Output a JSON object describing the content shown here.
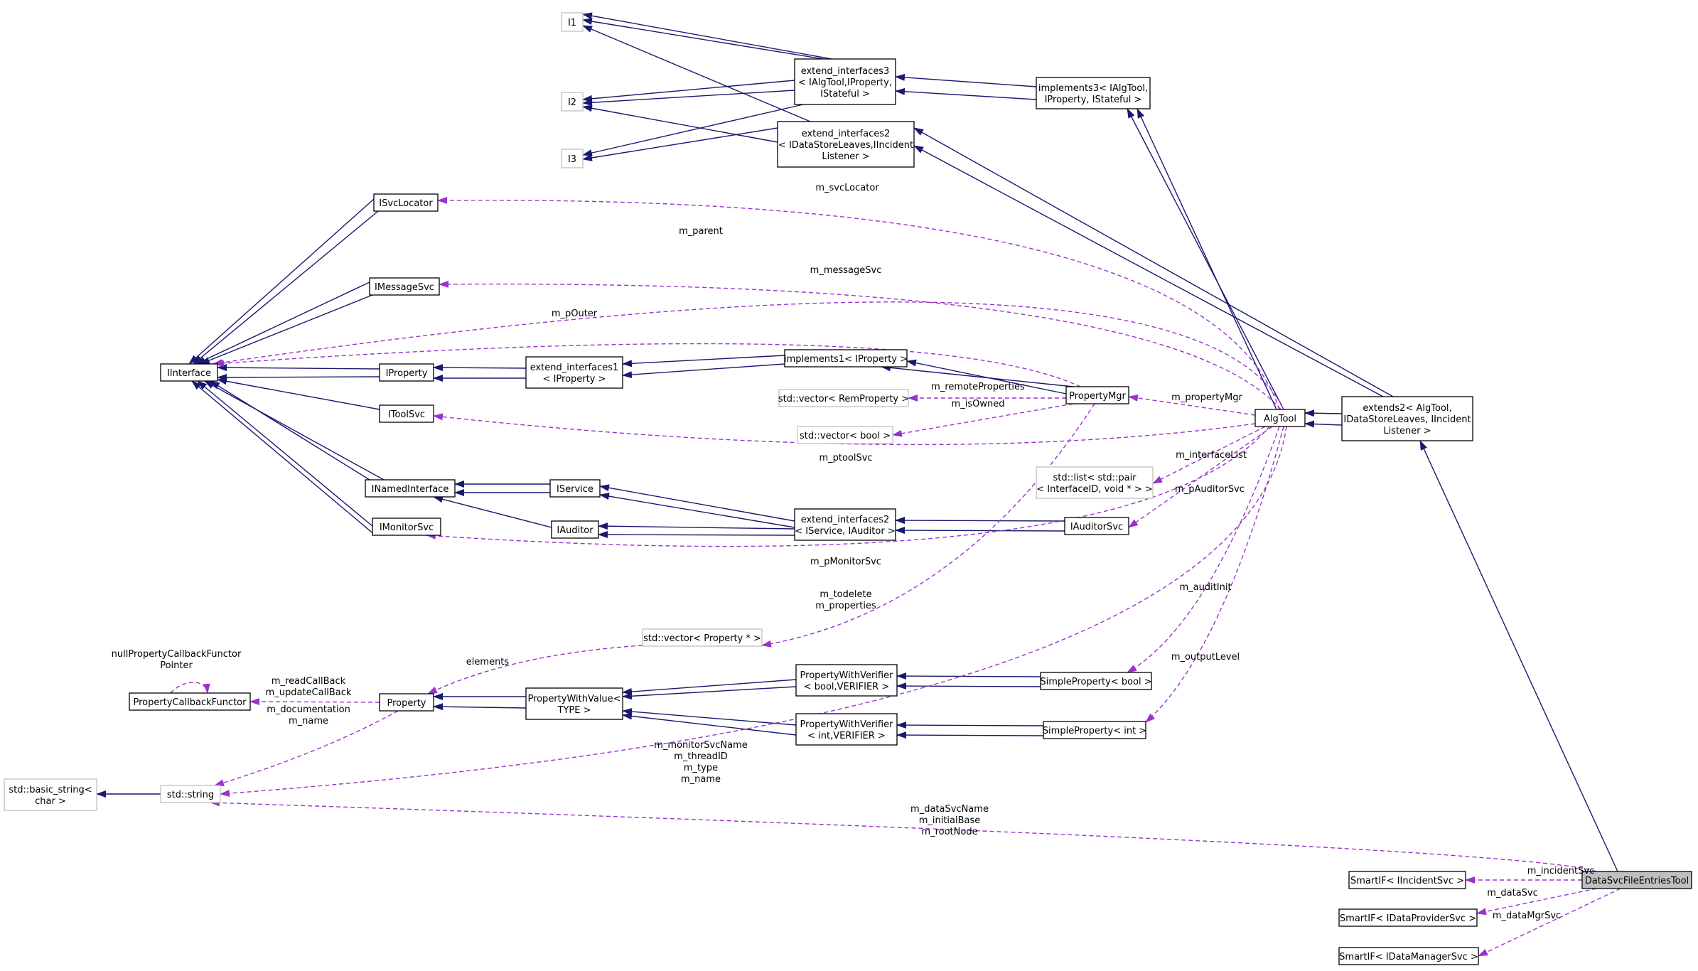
{
  "colors": {
    "inheritance_edge": "#191970",
    "usage_edge": "#9a32cd",
    "node_border": "#000000",
    "undocumented_border": "#bfbfbf",
    "highlight_fill": "#bfbfbf"
  },
  "nodes": [
    {
      "id": "I1",
      "lines": [
        "I1"
      ],
      "style": "grey"
    },
    {
      "id": "I2",
      "lines": [
        "I2"
      ],
      "style": "grey"
    },
    {
      "id": "I3",
      "lines": [
        "I3"
      ],
      "style": "grey"
    },
    {
      "id": "ext3",
      "lines": [
        "extend_interfaces3",
        "< IAlgTool,IProperty,",
        "IStateful >"
      ],
      "style": "normal"
    },
    {
      "id": "impl3",
      "lines": [
        "implements3< IAlgTool,",
        "IProperty, IStateful >"
      ],
      "style": "normal"
    },
    {
      "id": "ext2a",
      "lines": [
        "extend_interfaces2",
        "< IDataStoreLeaves,IIncident",
        "Listener >"
      ],
      "style": "normal"
    },
    {
      "id": "ISvcLocator",
      "lines": [
        "ISvcLocator"
      ],
      "style": "normal"
    },
    {
      "id": "IMessageSvc",
      "lines": [
        "IMessageSvc"
      ],
      "style": "normal"
    },
    {
      "id": "IInterface",
      "lines": [
        "IInterface"
      ],
      "style": "normal"
    },
    {
      "id": "IProperty",
      "lines": [
        "IProperty"
      ],
      "style": "normal"
    },
    {
      "id": "ext1",
      "lines": [
        "extend_interfaces1",
        "< IProperty >"
      ],
      "style": "normal"
    },
    {
      "id": "impl1",
      "lines": [
        "implements1< IProperty >"
      ],
      "style": "normal"
    },
    {
      "id": "PropertyMgr",
      "lines": [
        "PropertyMgr"
      ],
      "style": "normal"
    },
    {
      "id": "vecRem",
      "lines": [
        "std::vector< RemProperty >"
      ],
      "style": "grey"
    },
    {
      "id": "vecBool",
      "lines": [
        "std::vector< bool >"
      ],
      "style": "grey"
    },
    {
      "id": "IToolSvc",
      "lines": [
        "IToolSvc"
      ],
      "style": "normal"
    },
    {
      "id": "AlgTool",
      "lines": [
        "AlgTool"
      ],
      "style": "normal"
    },
    {
      "id": "extends2",
      "lines": [
        "extends2< AlgTool,",
        "IDataStoreLeaves, IIncident",
        "Listener >"
      ],
      "style": "normal"
    },
    {
      "id": "listPair",
      "lines": [
        "std::list< std::pair",
        "< InterfaceID, void * > >"
      ],
      "style": "grey"
    },
    {
      "id": "INamedInterface",
      "lines": [
        "INamedInterface"
      ],
      "style": "normal"
    },
    {
      "id": "IService",
      "lines": [
        "IService"
      ],
      "style": "normal"
    },
    {
      "id": "IAuditor",
      "lines": [
        "IAuditor"
      ],
      "style": "normal"
    },
    {
      "id": "ext2b",
      "lines": [
        "extend_interfaces2",
        "< IService, IAuditor >"
      ],
      "style": "normal"
    },
    {
      "id": "IAuditorSvc",
      "lines": [
        "IAuditorSvc"
      ],
      "style": "normal"
    },
    {
      "id": "IMonitorSvc",
      "lines": [
        "IMonitorSvc"
      ],
      "style": "normal"
    },
    {
      "id": "vecProp",
      "lines": [
        "std::vector< Property * >"
      ],
      "style": "grey"
    },
    {
      "id": "PCF",
      "lines": [
        "PropertyCallbackFunctor"
      ],
      "style": "normal"
    },
    {
      "id": "Property",
      "lines": [
        "Property"
      ],
      "style": "normal"
    },
    {
      "id": "PWV",
      "lines": [
        "PropertyWithValue<",
        "TYPE >"
      ],
      "style": "normal"
    },
    {
      "id": "PWVbool",
      "lines": [
        "PropertyWithVerifier",
        "< bool,VERIFIER >"
      ],
      "style": "normal"
    },
    {
      "id": "SPbool",
      "lines": [
        "SimpleProperty< bool >"
      ],
      "style": "normal"
    },
    {
      "id": "PWVint",
      "lines": [
        "PropertyWithVerifier",
        "< int,VERIFIER >"
      ],
      "style": "normal"
    },
    {
      "id": "SPint",
      "lines": [
        "SimpleProperty< int >"
      ],
      "style": "normal"
    },
    {
      "id": "basicString",
      "lines": [
        "std::basic_string<",
        "char >"
      ],
      "style": "grey"
    },
    {
      "id": "stdString",
      "lines": [
        "std::string"
      ],
      "style": "grey"
    },
    {
      "id": "SIFinc",
      "lines": [
        "SmartIF< IIncidentSvc >"
      ],
      "style": "normal"
    },
    {
      "id": "DSFET",
      "lines": [
        "DataSvcFileEntriesTool"
      ],
      "style": "highlight"
    },
    {
      "id": "SIFprov",
      "lines": [
        "SmartIF< IDataProviderSvc >"
      ],
      "style": "normal"
    },
    {
      "id": "SIFmgr",
      "lines": [
        "SmartIF< IDataManagerSvc >"
      ],
      "style": "normal"
    }
  ],
  "edge_labels": [
    {
      "id": "svcLocator",
      "lines": [
        "m_svcLocator"
      ]
    },
    {
      "id": "parent",
      "lines": [
        "m_parent"
      ]
    },
    {
      "id": "messageSvc",
      "lines": [
        "m_messageSvc"
      ]
    },
    {
      "id": "pOuter",
      "lines": [
        "m_pOuter"
      ]
    },
    {
      "id": "remoteProperties",
      "lines": [
        "m_remoteProperties"
      ]
    },
    {
      "id": "isOwned",
      "lines": [
        "m_isOwned"
      ]
    },
    {
      "id": "propertyMgr",
      "lines": [
        "m_propertyMgr"
      ]
    },
    {
      "id": "ptoolSvc",
      "lines": [
        "m_ptoolSvc"
      ]
    },
    {
      "id": "interfaceList",
      "lines": [
        "m_interfaceList"
      ]
    },
    {
      "id": "pAuditorSvc",
      "lines": [
        "m_pAuditorSvc"
      ]
    },
    {
      "id": "pMonitorSvc",
      "lines": [
        "m_pMonitorSvc"
      ]
    },
    {
      "id": "todelete",
      "lines": [
        "m_todelete",
        "m_properties"
      ]
    },
    {
      "id": "auditInit",
      "lines": [
        "m_auditInit"
      ]
    },
    {
      "id": "elements",
      "lines": [
        "elements"
      ]
    },
    {
      "id": "nullPCF",
      "lines": [
        "nullPropertyCallbackFunctor",
        "Pointer"
      ]
    },
    {
      "id": "readCallBack",
      "lines": [
        "m_readCallBack",
        "m_updateCallBack"
      ]
    },
    {
      "id": "outputLevel",
      "lines": [
        "m_outputLevel"
      ]
    },
    {
      "id": "documentation",
      "lines": [
        "m_documentation",
        "m_name"
      ]
    },
    {
      "id": "monitorSvcName",
      "lines": [
        "m_monitorSvcName",
        "m_threadID",
        "m_type",
        "m_name"
      ]
    },
    {
      "id": "dataSvcName",
      "lines": [
        "m_dataSvcName",
        "m_initialBase",
        "m_rootNode"
      ]
    },
    {
      "id": "incidentSvc",
      "lines": [
        "m_incidentSvc"
      ]
    },
    {
      "id": "dataSvc",
      "lines": [
        "m_dataSvc"
      ]
    },
    {
      "id": "dataMgrSvc",
      "lines": [
        "m_dataMgrSvc"
      ]
    }
  ]
}
